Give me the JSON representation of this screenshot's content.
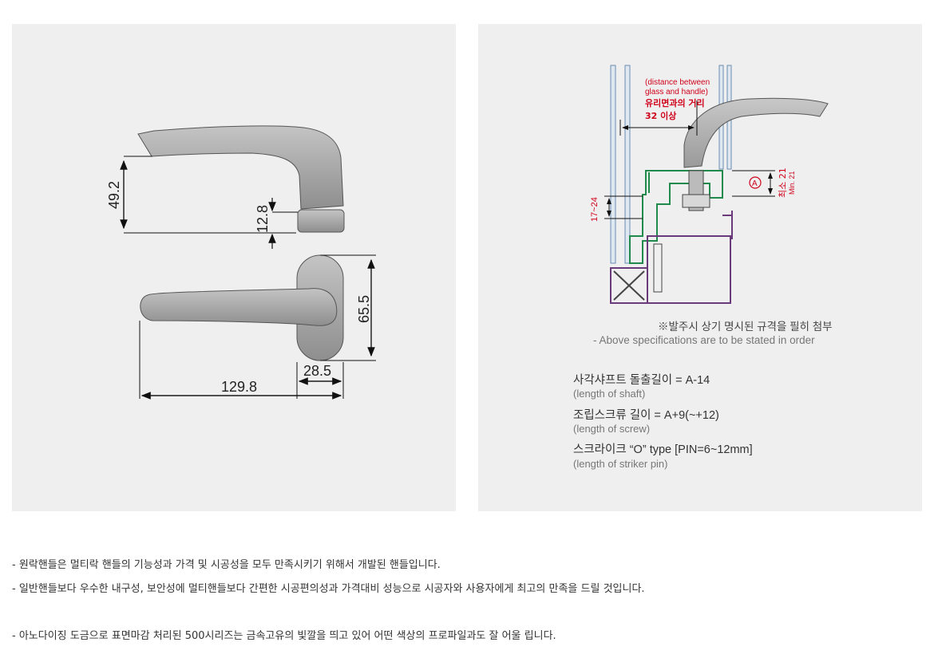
{
  "left_drawing": {
    "dimensions": {
      "handle_height": "49.2",
      "base_height": "12.8",
      "rosette_height": "65.5",
      "rosette_width": "28.5",
      "total_length": "129.8"
    }
  },
  "right_drawing": {
    "distance_en_line1": "(distance between",
    "distance_en_line2": "glass and handle)",
    "distance_ko": "유리면과의 거리",
    "distance_value": "32 이상",
    "left_dimension": "17~24",
    "right_dimension_ko": "최소 21",
    "right_dimension_en": "Min. 21",
    "marker": "A"
  },
  "notes": {
    "order_ko": "※발주시 상기 명시된 규격을 필히 첨부",
    "order_en": "- Above specifications are to be stated in order"
  },
  "specs": [
    {
      "main": "사각샤프트 돌출길이 = A-14",
      "sub": "(length of shaft)"
    },
    {
      "main": "조립스크류 길이 = A+9(~+12)",
      "sub": "(length of screw)"
    },
    {
      "main": "스크라이크  “O” type [PIN=6~12mm]",
      "sub": "(length of striker pin)"
    }
  ],
  "description": {
    "line1": "- 원락핸들은 멀티락 핸들의 기능성과 가격 및 시공성을 모두 만족시키기 위해서 개발된 핸들입니다.",
    "line2": " - 일반핸들보다 우수한 내구성, 보안성에 멀티핸들보다 간편한 시공편의성과 가격대비 성능으로 시공자와 사용자에게 최고의 만족을 드릴 것입니다.",
    "line3": "- 아노다이징 도금으로 표면마감 처리된 500시리즈는 금속고유의 빛깔을 띄고 있어 어떤 색상의 프로파일과도 잘 어울 립니다."
  },
  "colors": {
    "handle_fill": "#a8a8a8",
    "dimension_red": "#d0021b",
    "profile_green": "#1f8a4c",
    "frame_purple": "#6b3a7a"
  }
}
